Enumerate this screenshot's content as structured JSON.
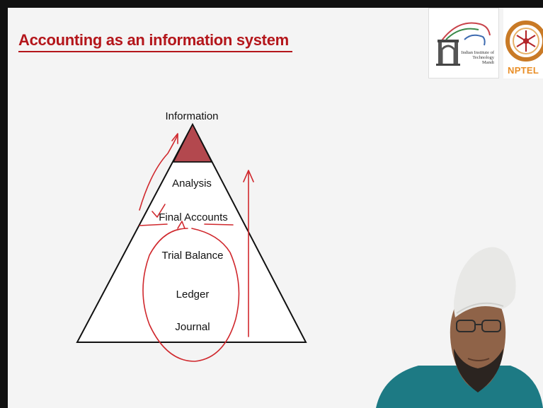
{
  "slide": {
    "title": "Accounting as an information system"
  },
  "logos": {
    "institute_text": "Indian Institute of Technology Mandi",
    "nptel_text": "NPTEL"
  },
  "pyramid": {
    "apex_label": "Information",
    "levels": [
      "Analysis",
      "Final Accounts",
      "Trial Balance",
      "Ledger",
      "Journal"
    ]
  },
  "colors": {
    "title": "#b4161b",
    "apex_fill": "#b3484e",
    "ink": "#d0282d"
  }
}
